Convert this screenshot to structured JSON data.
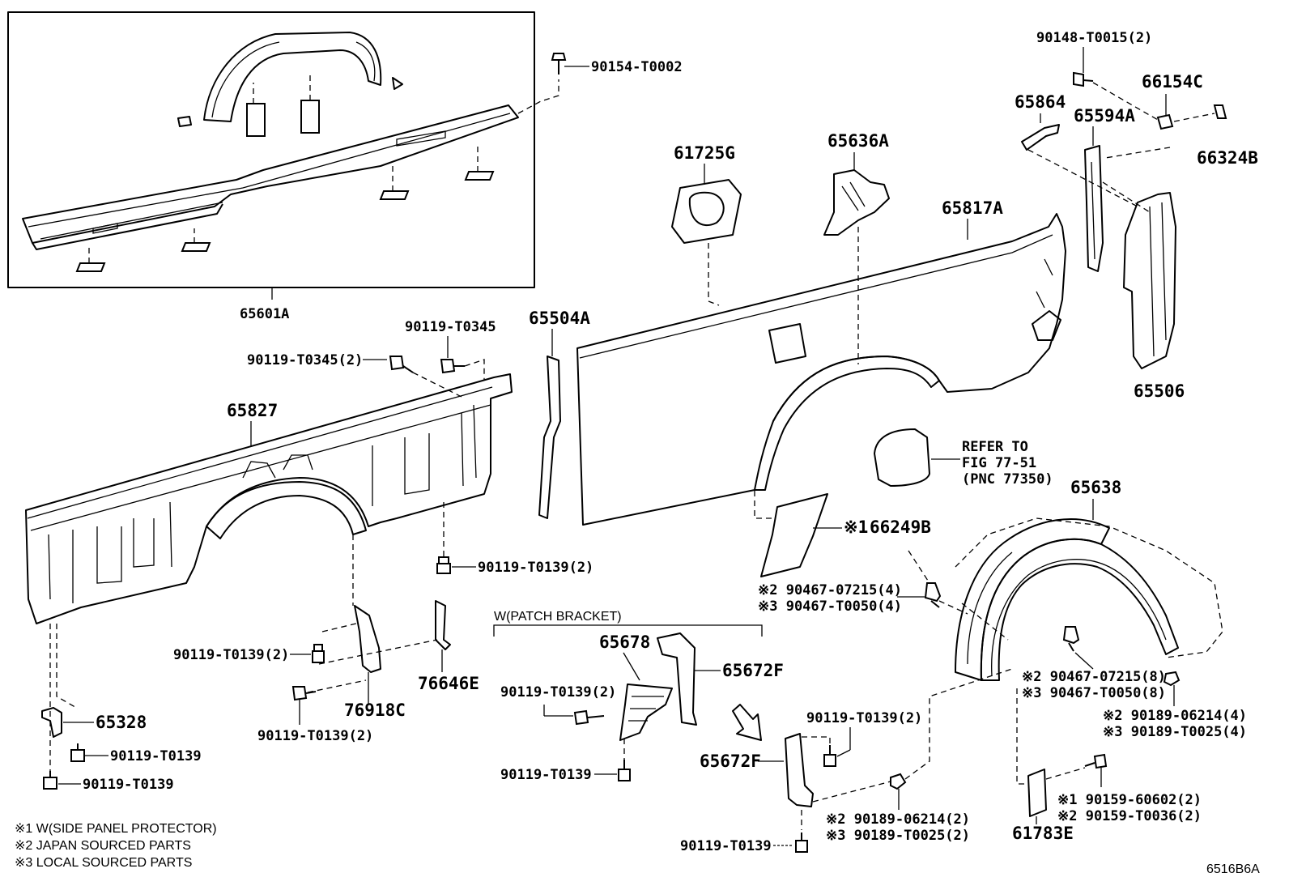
{
  "labels": {
    "l65601A": "65601A",
    "l90154": "90154-T0002",
    "l90148": "90148-T0015(2)",
    "l66154C": "66154C",
    "l65864": "65864",
    "l65594A": "65594A",
    "l66324B": "66324B",
    "l61725G": "61725G",
    "l65636A": "65636A",
    "l65817A": "65817A",
    "l65506": "65506",
    "l65504A": "65504A",
    "l90119_T0345": "90119-T0345",
    "l90119_T0345_2": "90119-T0345(2)",
    "l65827": "65827",
    "l90119_T0139_2a": "90119-T0139(2)",
    "refer1": "REFER TO",
    "refer2": "FIG 77-51",
    "refer3": "(PNC 77350)",
    "l65638": "65638",
    "l66249B": "66249B",
    "l66249B_mark": "※1",
    "l90467_07215_4": "※2 90467-07215(4)",
    "l90467_T0050_4": "※3 90467-T0050(4)",
    "patch_bracket": "W(PATCH BRACKET)",
    "l65678": "65678",
    "l65672F_a": "65672F",
    "l65672F_b": "65672F",
    "l90119_T0139_2b": "90119-T0139(2)",
    "l90119_T0139_2c": "90119-T0139(2)",
    "l90119_T0139_2d": "90119-T0139(2)",
    "l90119_T0139_2e": "90119-T0139(2)",
    "l90119_T0139_a": "90119-T0139",
    "l90119_T0139_b": "90119-T0139",
    "l90119_T0139_c": "90119-T0139",
    "l90119_T0139_d": "90119-T0139",
    "l76918C": "76918C",
    "l76646E": "76646E",
    "l65328": "65328",
    "l90467_07215_8": "※2 90467-07215(8)",
    "l90467_T0050_8": "※3 90467-T0050(8)",
    "l90189_06214_4": "※2 90189-06214(4)",
    "l90189_T0025_4": "※3 90189-T0025(4)",
    "l90189_06214_2": "※2 90189-06214(2)",
    "l90189_T0025_2": "※3 90189-T0025(2)",
    "l90159_60602": "※1 90159-60602(2)",
    "l90159_T0036": "※2 90159-T0036(2)",
    "l61783E": "61783E",
    "fig_id": "6516B6A"
  },
  "notes": [
    "※1 W(SIDE PANEL PROTECTOR)",
    "※2 JAPAN SOURCED PARTS",
    "※3 LOCAL SOURCED PARTS"
  ]
}
